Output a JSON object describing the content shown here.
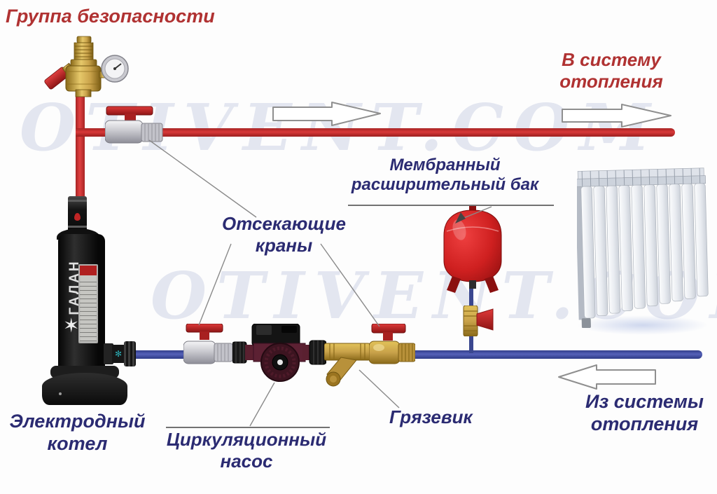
{
  "labels": {
    "safety_group": "Группа безопасности",
    "to_system": "В систему\nотопления",
    "from_system": "Из системы\nотопления",
    "boiler": "Электродный\nкотел",
    "shutoff_valves": "Отсекающие\nкраны",
    "expansion_tank": "Мембранный\nрасширительный бак",
    "pump": "Циркуляционный\nнасос",
    "strainer": "Грязевик"
  },
  "boiler": {
    "brand": "ГАЛАН",
    "star_icon": "✶",
    "outlet_icon": "✻"
  },
  "watermark": {
    "row1": "OTIVENT.COM",
    "row2": "OTIVENT.COM"
  },
  "colors": {
    "supply_pipe": "#c73535",
    "return_pipe": "#4553a6",
    "label_red": "#b03232",
    "label_blue": "#2b2b72",
    "tank_red": "#cf2020",
    "brass": "#c9a24a",
    "watermark": "#7d8cbe"
  }
}
